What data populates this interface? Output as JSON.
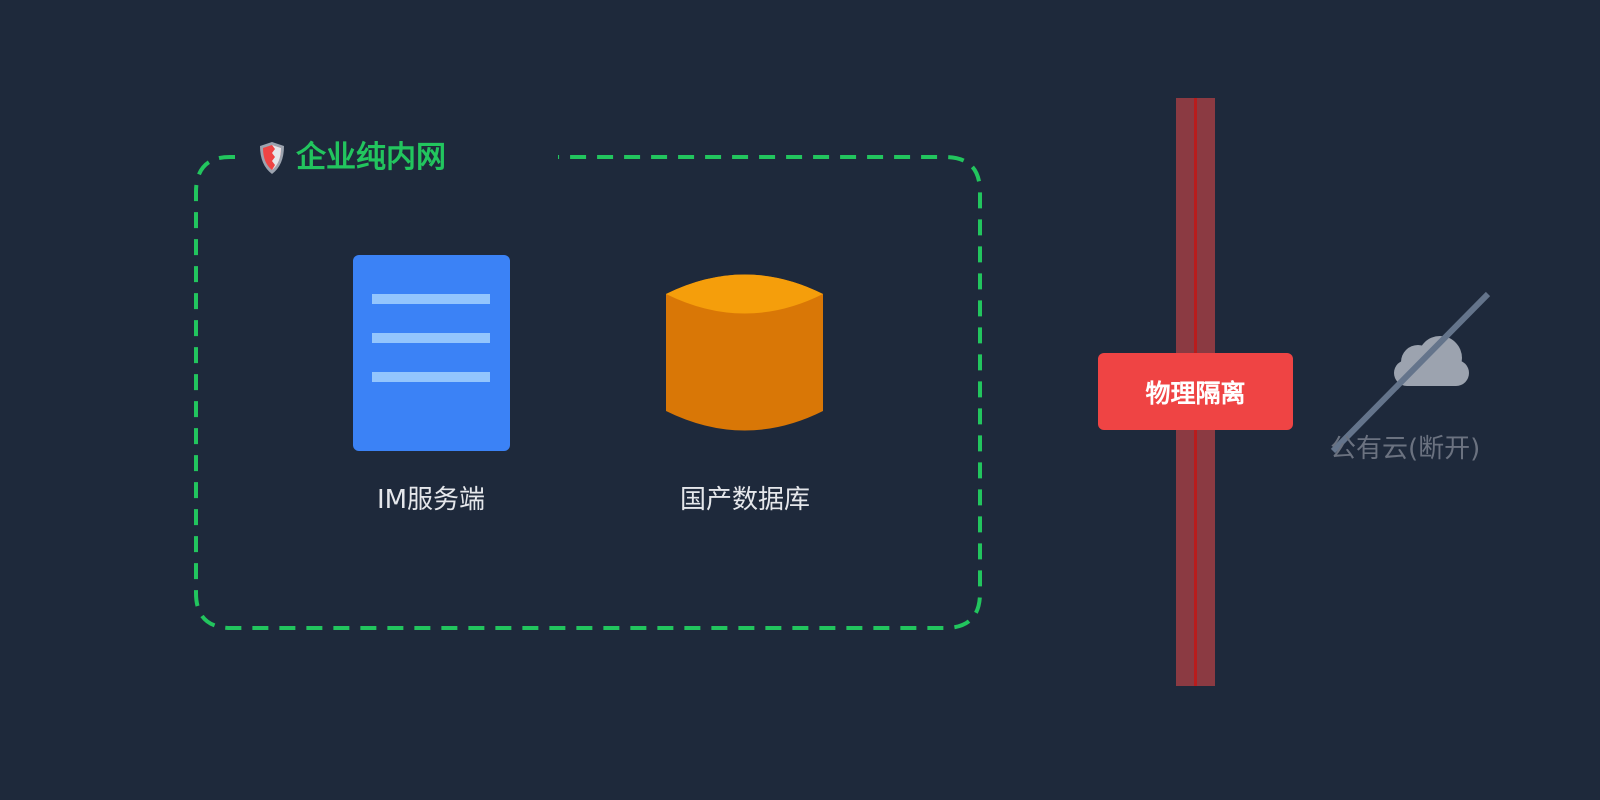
{
  "zone": {
    "title": "企业纯内网",
    "icon": "shield-icon",
    "border_color": "#22c55e"
  },
  "nodes": [
    {
      "label": "IM服务端",
      "icon": "server-icon",
      "color": "#3b82f6"
    },
    {
      "label": "国产数据库",
      "icon": "database-icon",
      "color": "#d97706"
    }
  ],
  "barrier": {
    "label": "物理隔离",
    "color": "#ef4444"
  },
  "external": {
    "label": "公有云(断开)",
    "icon": "cloud-icon",
    "status": "disconnected"
  }
}
